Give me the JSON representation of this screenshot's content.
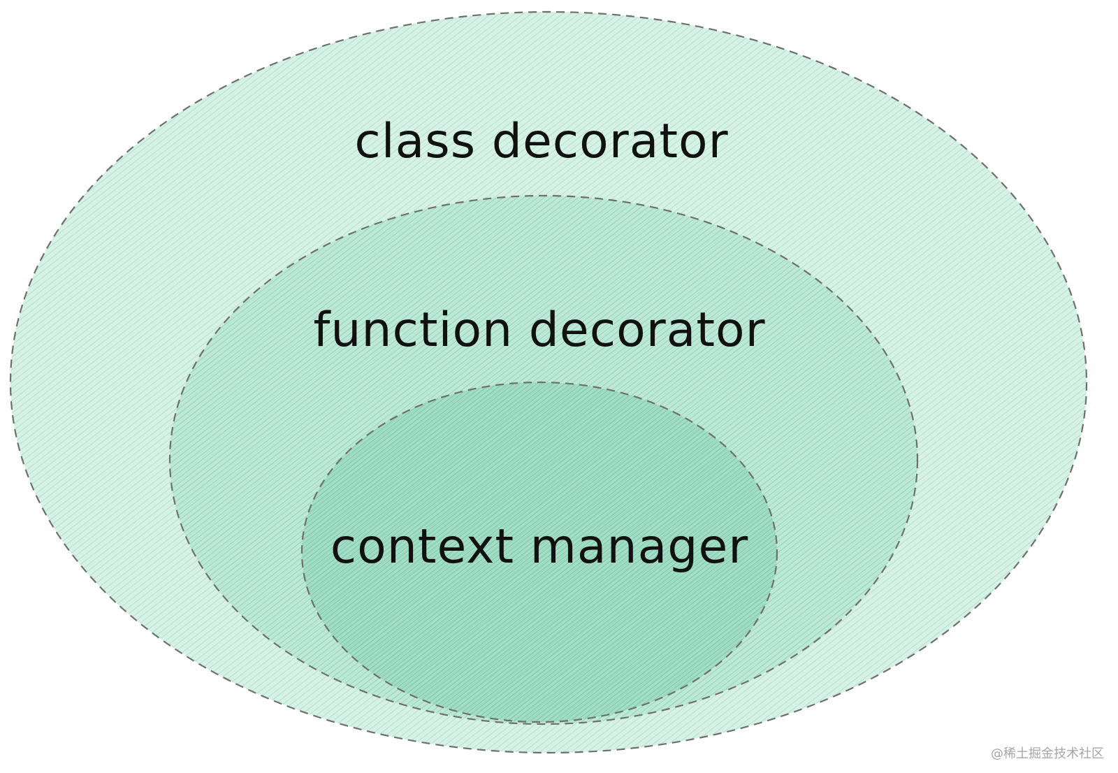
{
  "diagram": {
    "type": "nested-sets",
    "sets": [
      {
        "id": "outer",
        "label": "class decorator"
      },
      {
        "id": "middle",
        "label": "function decorator"
      },
      {
        "id": "inner",
        "label": "context manager"
      }
    ]
  },
  "colors": {
    "fill": "#7fd3b3",
    "hatch": "#47b88f",
    "outline": "#6f6f6f",
    "text": "#111111",
    "watermark": "#a6a6a6"
  },
  "watermark": "@稀土掘金技术社区"
}
